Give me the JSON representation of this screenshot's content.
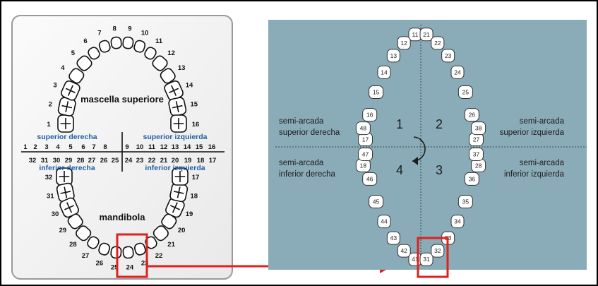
{
  "left_chart": {
    "upper_title": "mascella superiore",
    "lower_title": "mandibola",
    "label_upper_right": "superior derecha",
    "label_upper_left": "superior izquierda",
    "label_lower_right": "inferior derecha",
    "label_lower_left": "inferior izquierda",
    "upper_row": [
      "1",
      "2",
      "3",
      "4",
      "5",
      "6",
      "7",
      "8",
      "9",
      "10",
      "11",
      "12",
      "13",
      "14",
      "15",
      "16"
    ],
    "lower_row": [
      "32",
      "31",
      "30",
      "29",
      "28",
      "27",
      "26",
      "25",
      "24",
      "23",
      "22",
      "21",
      "20",
      "19",
      "18",
      "17"
    ]
  },
  "right_chart": {
    "upper_right_label_1": "semi-arcada",
    "upper_right_label_2": "superior derecha",
    "upper_left_label_1": "semi-arcada",
    "upper_left_label_2": "superior izquierda",
    "lower_right_label_1": "semi-arcada",
    "lower_right_label_2": "inferior derecha",
    "lower_left_label_1": "semi-arcada",
    "lower_left_label_2": "inferior izquierda",
    "quadrants": [
      "1",
      "2",
      "3",
      "4"
    ]
  },
  "colors": {
    "panel_bg": "#8aabb8",
    "highlight": "#e0201c",
    "blue_label": "#1f5fa8"
  }
}
